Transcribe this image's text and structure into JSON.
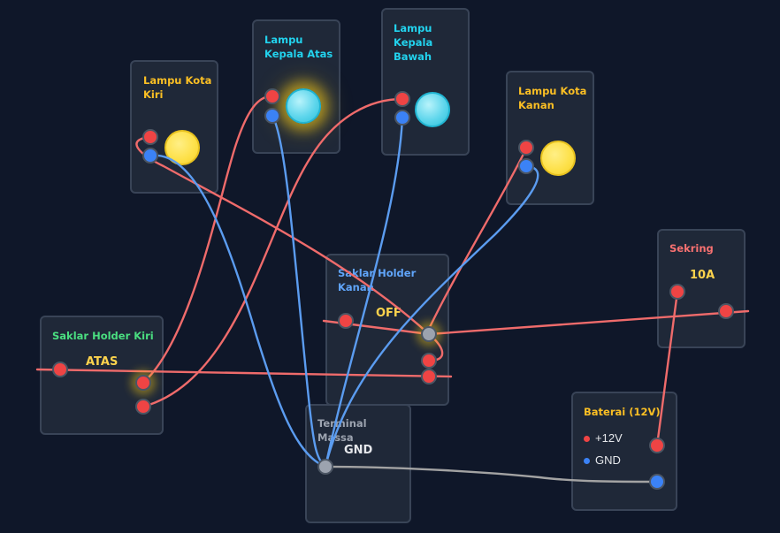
{
  "components": {
    "lampu_kota_kiri": {
      "title": "Lampu Kota Kiri"
    },
    "lampu_kepala_atas": {
      "title": "Lampu Kepala Atas"
    },
    "lampu_kepala_bawah": {
      "title": "Lampu Kepala Bawah"
    },
    "lampu_kota_kanan": {
      "title": "Lampu Kota Kanan"
    },
    "saklar_holder_kanan": {
      "title": "Saklar Holder Kanan",
      "state": "OFF"
    },
    "saklar_holder_kiri": {
      "title": "Saklar Holder Kiri",
      "state": "ATAS"
    },
    "sekring": {
      "title": "Sekring",
      "rating": "10A"
    },
    "terminal_massa": {
      "title": "Terminal Massa",
      "label": "GND"
    },
    "baterai": {
      "title": "Baterai (12V)",
      "positive": "+12V",
      "negative": "GND"
    }
  },
  "colors": {
    "wire_positive": "#ef6b6b",
    "wire_ground": "#5b9cf0",
    "wire_neutral": "#a3a3a3",
    "title_yellow": "#fbbf24",
    "title_cyan": "#22d3ee",
    "title_blue": "#60a5fa",
    "title_green": "#4ade80",
    "title_red": "#f87171",
    "title_gray": "#9ca3af"
  }
}
